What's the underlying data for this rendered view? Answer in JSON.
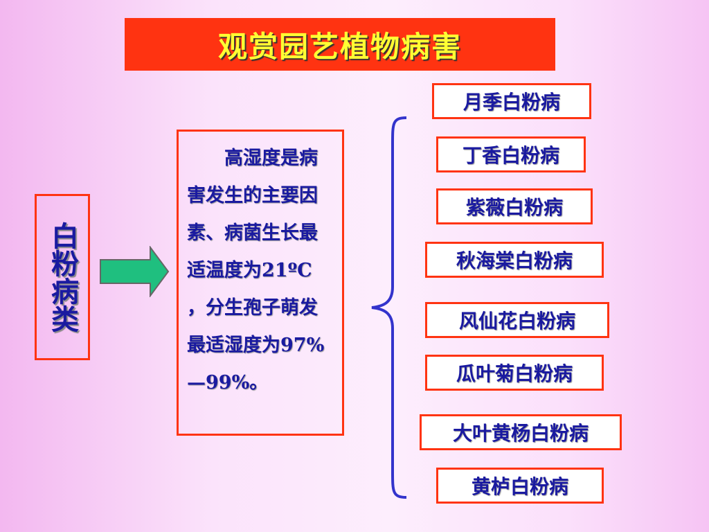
{
  "title": "观赏园艺植物病害",
  "category": "白粉病类",
  "description": "高湿度是病害发生的主要因素、病菌生长最适温度为21ºC ，分生孢子萌发最适湿度为97%—99%。",
  "diseases": [
    "月季白粉病",
    "丁香白粉病",
    "紫薇白粉病",
    "秋海棠白粉病",
    "风仙花白粉病",
    "瓜叶菊白粉病",
    "大叶黄杨白粉病",
    "黄栌白粉病"
  ],
  "colors": {
    "title_bg": "#ff3311",
    "title_text": "#ffff33",
    "border": "#ff3311",
    "text": "#1a1aa0",
    "arrow_fill": "#1fbf7f",
    "brace": "#3333cc"
  },
  "icons": {
    "arrow": "right-arrow-icon",
    "brace": "curly-brace-icon"
  }
}
